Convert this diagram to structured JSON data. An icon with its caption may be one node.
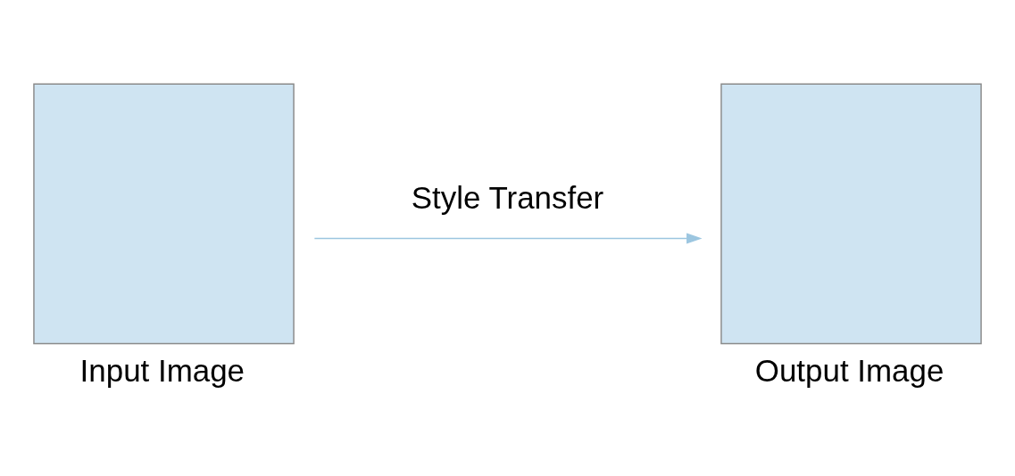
{
  "diagram": {
    "nodes": [
      {
        "text": [],
        "shape": "box",
        "beside": [
          "Input Image"
        ]
      },
      {
        "text": [],
        "shape": "box",
        "beside": [
          "Output Image"
        ]
      }
    ],
    "edges": [
      {
        "from": 0,
        "to": 1,
        "arrow": "to",
        "label": "Style Transfer"
      }
    ]
  }
}
